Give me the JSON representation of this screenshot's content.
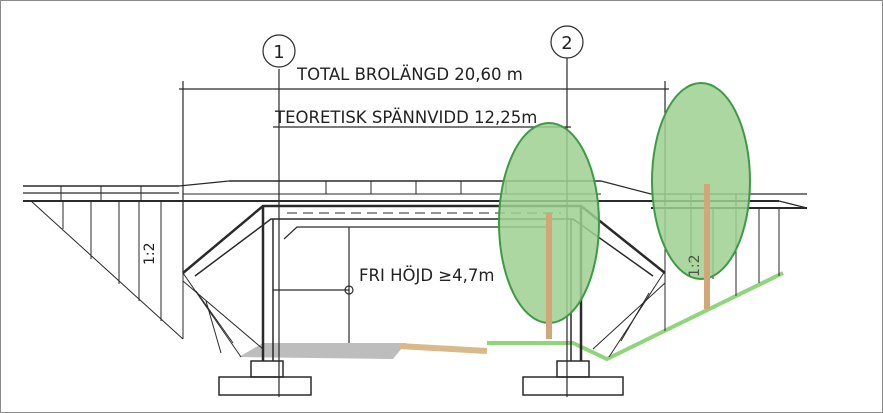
{
  "drawing": {
    "axis_labels": [
      "1",
      "2"
    ],
    "total_length": "TOTAL BROLÄNGD 20,60 m",
    "span": "TEORETISK SPÄNNVIDD 12,25m",
    "clearance": "FRI HÖJD ≥4,7m",
    "slope_left": "1:2",
    "slope_right": "1:2"
  },
  "colors": {
    "line": "#2a2a2a",
    "tree_fill": "#9fd08f",
    "tree_stroke": "#3d9a45",
    "trunk": "#d2a679",
    "ground_green": "#8fd67a",
    "ground_brown": "#d9b98a",
    "ground_grey": "#bdbdbd"
  }
}
